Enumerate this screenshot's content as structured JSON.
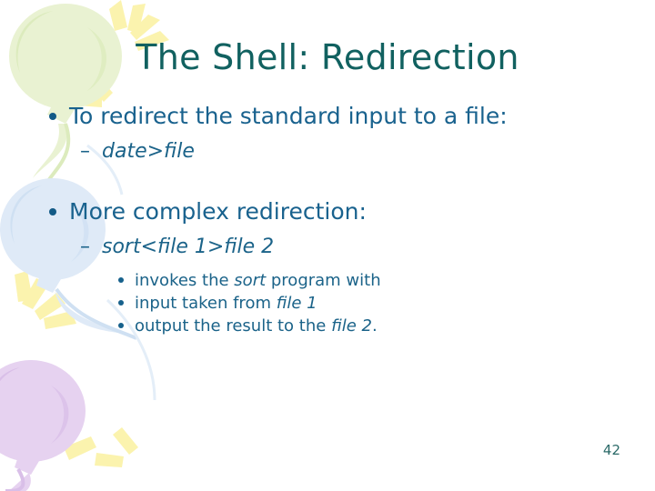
{
  "slide": {
    "title": "The Shell: Redirection",
    "page_number": "42",
    "colors": {
      "title": "#116160",
      "body_text": "#19628e",
      "bullet": "#125a86",
      "page_number": "#2b6a68",
      "background": "#ffffff",
      "balloon_green": "#e9f2d2",
      "balloon_blue": "#dfeaf7",
      "balloon_purple": "#e6d2f0",
      "rays_yellow": "#fbf3ae"
    }
  },
  "content": {
    "bullet1": {
      "text": "To redirect the standard input to a file:",
      "sub": {
        "dash": "–",
        "text": "date>file"
      }
    },
    "bullet2": {
      "text": "More complex redirection:",
      "sub": {
        "dash": "–",
        "text": "sort<file 1>file 2"
      },
      "details": [
        {
          "pre": "invokes the ",
          "em": "sort",
          "post": " program with"
        },
        {
          "pre": "input taken from ",
          "em": "file 1",
          "post": ""
        },
        {
          "pre": "output the result to the ",
          "em": "file 2",
          "post": "."
        }
      ]
    }
  },
  "decorations": {
    "balloons": [
      {
        "name": "green-balloon",
        "color": "#e9f2d2"
      },
      {
        "name": "blue-balloon",
        "color": "#dfeaf7"
      },
      {
        "name": "purple-balloon",
        "color": "#e6d2f0"
      }
    ],
    "rays": {
      "name": "yellow-rays",
      "color": "#fbf3ae"
    }
  }
}
